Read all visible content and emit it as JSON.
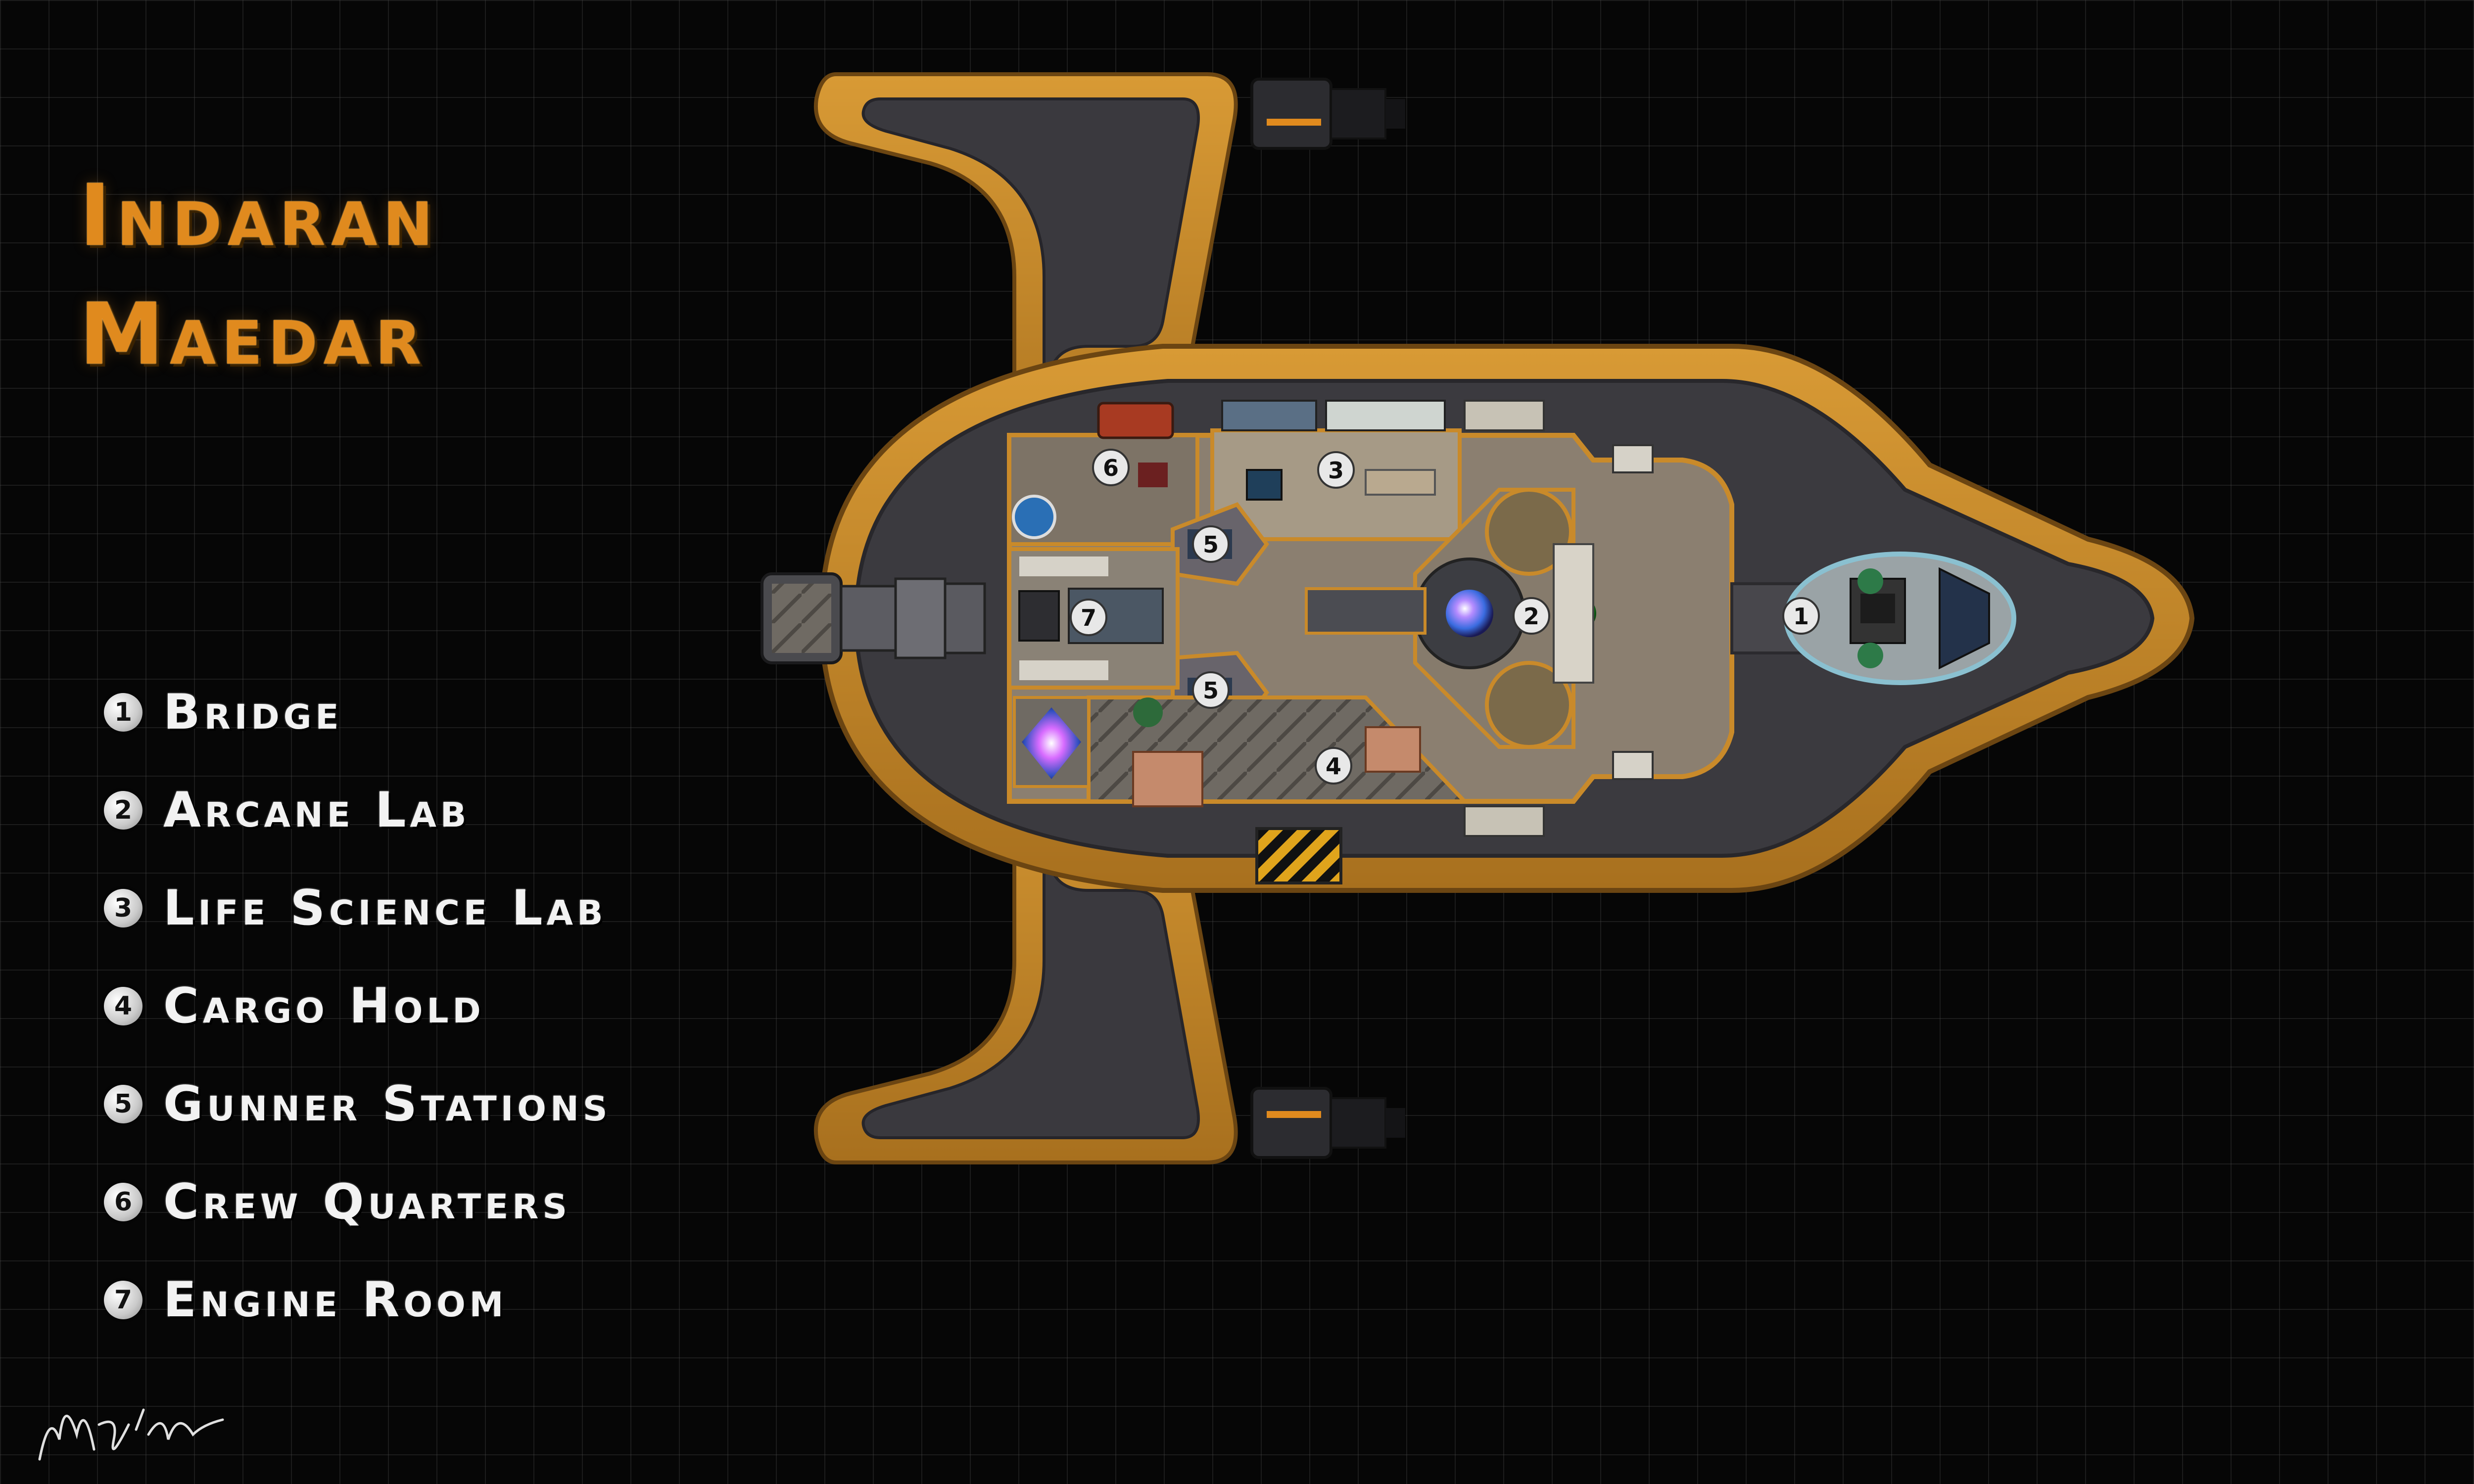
{
  "map": {
    "title_line1": "Indaran",
    "title_line2": "Maedar"
  },
  "legend": [
    {
      "number": "1",
      "label": "Bridge"
    },
    {
      "number": "2",
      "label": "Arcane Lab"
    },
    {
      "number": "3",
      "label": "Life Science Lab"
    },
    {
      "number": "4",
      "label": "Cargo Hold"
    },
    {
      "number": "5",
      "label": "Gunner Stations"
    },
    {
      "number": "6",
      "label": "Crew Quarters"
    },
    {
      "number": "7",
      "label": "Engine Room"
    }
  ],
  "room_markers": {
    "bridge": "1",
    "arcane_lab": "2",
    "life_science_lab": "3",
    "cargo_hold": "4",
    "gunner_top": "5",
    "gunner_bottom": "5",
    "crew_quarters": "6",
    "engine_room": "7"
  },
  "colors": {
    "hull_trim": "#c98a2a",
    "hull_dark": "#3b3a3f",
    "floor": "#8e8070",
    "title": "#e08a1e",
    "grid_bg": "#060606",
    "legend_text": "#f2f2f2"
  },
  "icons": {
    "signature": "artist-signature",
    "arcane_orb": "glowing-orb-icon",
    "green_orb": "green-orb-icon"
  }
}
